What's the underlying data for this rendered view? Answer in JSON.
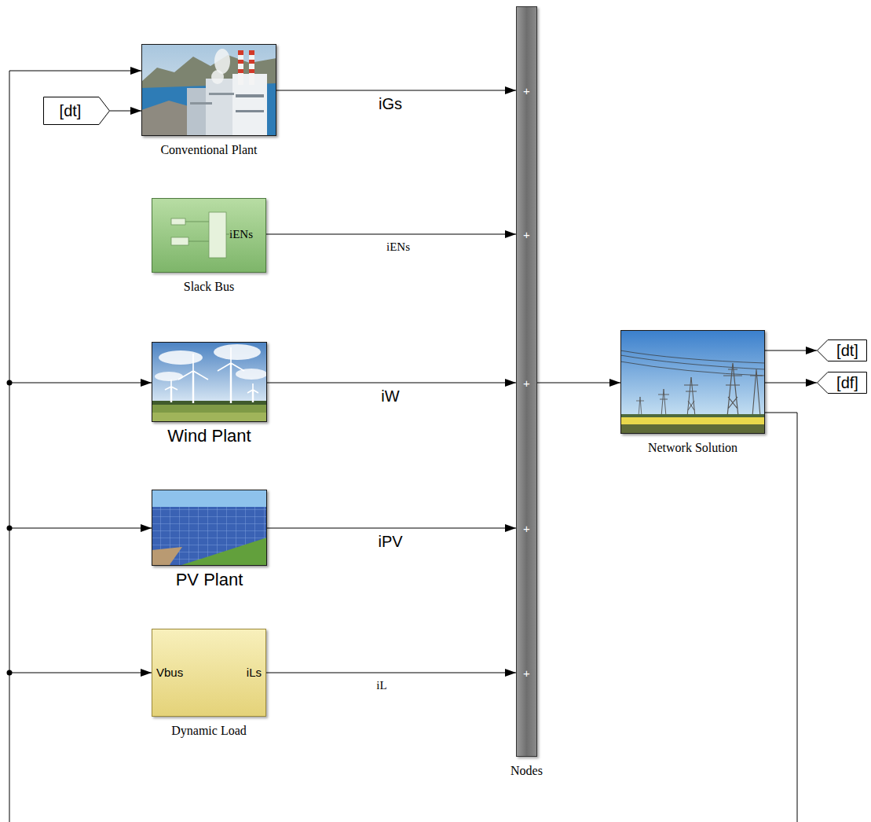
{
  "diagram": {
    "nodes": [
      {
        "text": [
          "Conventional Plant"
        ]
      },
      {
        "text": [
          "[dt]"
        ]
      },
      {
        "text": [
          "iENs",
          "Slack Bus"
        ]
      },
      {
        "text": [
          "Wind Plant"
        ]
      },
      {
        "text": [
          "PV Plant"
        ]
      },
      {
        "text": [
          "Vbus",
          "iLs",
          "Dynamic Load"
        ]
      },
      {
        "text": [
          "+",
          "+",
          "+",
          "+",
          "+",
          "Nodes"
        ]
      },
      {
        "text": [
          "Network Solution"
        ]
      },
      {
        "text": [
          "[dt]"
        ]
      },
      {
        "text": [
          "[df]"
        ]
      }
    ],
    "edges": [
      {
        "from": 1,
        "to": 0,
        "arrow": "to"
      },
      {
        "from": 0,
        "to": 6,
        "label": "iGs",
        "arrow": "to"
      },
      {
        "from": 2,
        "to": 6,
        "label": "iENs",
        "arrow": "to"
      },
      {
        "from": 3,
        "to": 6,
        "label": "iW",
        "arrow": "to"
      },
      {
        "from": 4,
        "to": 6,
        "label": "iPV",
        "arrow": "to"
      },
      {
        "from": 5,
        "to": 6,
        "label": "iL",
        "arrow": "to"
      },
      {
        "from": 6,
        "to": 7,
        "arrow": "to"
      },
      {
        "from": 7,
        "to": 8,
        "arrow": "to"
      },
      {
        "from": 7,
        "to": 9,
        "arrow": "to"
      }
    ]
  }
}
